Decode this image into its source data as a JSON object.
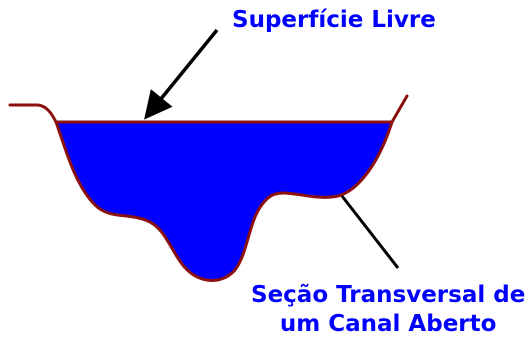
{
  "labels": {
    "free_surface": "Superfície Livre",
    "cross_section_line1": "Seção Transversal de",
    "cross_section_line2": "um Canal Aberto"
  },
  "colors": {
    "water": "#0000ff",
    "channel_outline": "#8b1010",
    "label_text": "#0000ff",
    "arrow": "#000000"
  },
  "icons": {
    "pointer_arrow": "arrow-icon"
  }
}
